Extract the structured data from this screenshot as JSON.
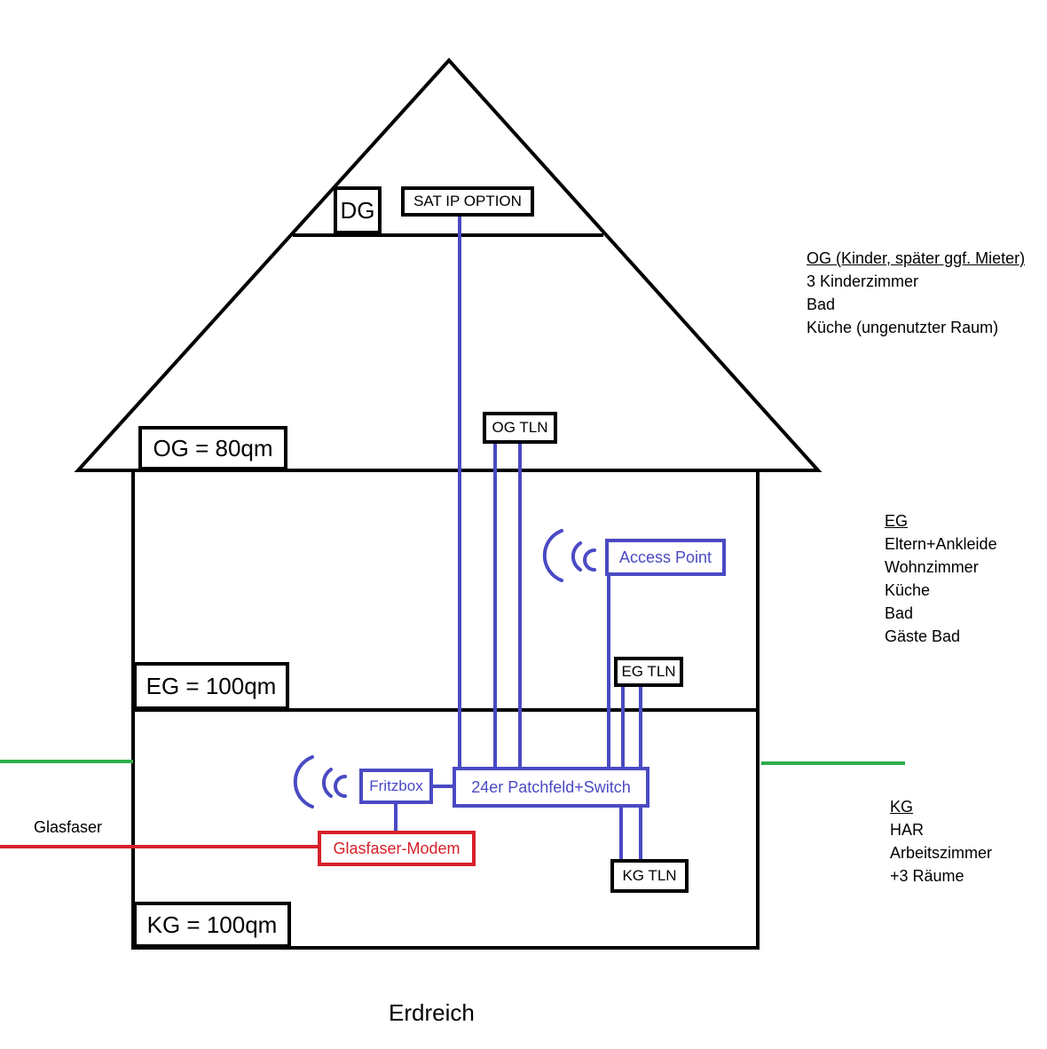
{
  "colors": {
    "structure": "#000000",
    "network": "#4a4ac4",
    "fiber": "#d6202a",
    "ground": "#2eae4a",
    "background": "#ffffff"
  },
  "floors": {
    "dg": "DG",
    "og": "OG = 80qm",
    "eg": "EG = 100qm",
    "kg": "KG = 100qm"
  },
  "devices": {
    "sat": "SAT IP OPTION",
    "og_tln": "OG TLN",
    "access_point": "Access Point",
    "eg_tln": "EG TLN",
    "fritzbox": "Fritzbox",
    "patchfeld": "24er Patchfeld+Switch",
    "modem": "Glasfaser-Modem",
    "kg_tln": "KG TLN"
  },
  "labels": {
    "glasfaser": "Glasfaser",
    "erdreich": "Erdreich"
  },
  "notes": {
    "og": {
      "heading": "OG (Kinder, später ggf. Mieter)",
      "items": [
        "3 Kinderzimmer",
        "Bad",
        "Küche (ungenutzter Raum)"
      ]
    },
    "eg": {
      "heading": "EG",
      "items": [
        "Eltern+Ankleide",
        "Wohnzimmer",
        "Küche",
        "Bad",
        "Gäste Bad"
      ]
    },
    "kg": {
      "heading": "KG",
      "items": [
        "HAR",
        "Arbeitszimmer",
        "+3 Räume"
      ]
    }
  },
  "icons": {
    "wifi_access_point": "wifi-signal-icon",
    "wifi_fritzbox": "wifi-signal-icon"
  }
}
